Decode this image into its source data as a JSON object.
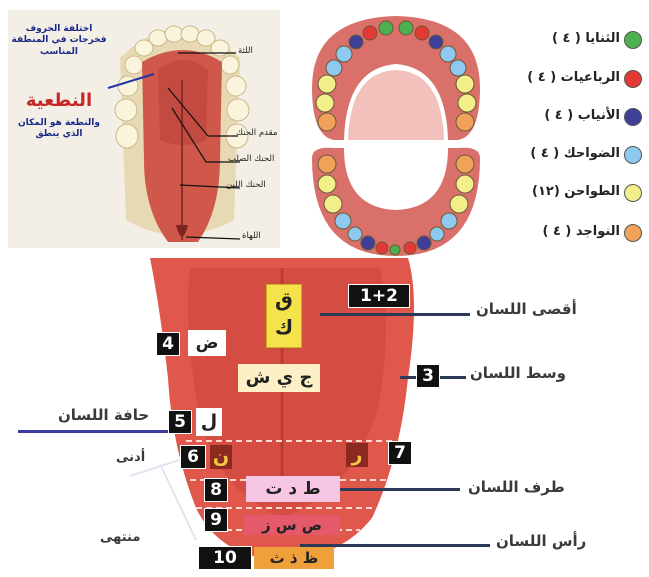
{
  "palate": {
    "side_text_top": "اختلفة الحروف فخرجات في المنطقة المناسب",
    "side_title": "النطعية",
    "side_text_bottom": "والنطعة هو المكان الذي ينطق",
    "labels": [
      "اللثة",
      "مقدم الحنك",
      "الحنك الصلب",
      "الحنك اللين",
      "اللهاة"
    ]
  },
  "teeth_legend": [
    {
      "label": "الثنايا ( ٤ )",
      "color": "#4caf50"
    },
    {
      "label": "الرباعيات ( ٤ )",
      "color": "#e53935"
    },
    {
      "label": "الأنياب ( ٤ )",
      "color": "#3f3f9a"
    },
    {
      "label": "الضواحك ( ٤ )",
      "color": "#8ec9ef"
    },
    {
      "label": "الطواحن (١٢)",
      "color": "#f2ee8a"
    },
    {
      "label": "النواجد ( ٤ )",
      "color": "#f0a15a"
    }
  ],
  "tongue": {
    "regions": {
      "back": "أقصى اللسان",
      "middle": "وسط اللسان",
      "edge": "حافة اللسان",
      "tip_side": "طرف اللسان",
      "head": "رأس اللسان",
      "nearest": "أدنى",
      "farthest": "منتهى"
    },
    "numbers": {
      "n12": "1+2",
      "n3": "3",
      "n4": "4",
      "n5": "5",
      "n6": "6",
      "n7": "7",
      "n8": "8",
      "n9": "9",
      "n10": "10"
    },
    "letters": {
      "qaf": "ق",
      "kaf": "ك",
      "middle": "ج ي ش",
      "dad": "ض",
      "lam": "ل",
      "nun": "ن",
      "ra": "ر",
      "ta_group": "ط د ت",
      "sad_group": "ص س ز",
      "tip_group": "ظ ذ ث"
    }
  }
}
